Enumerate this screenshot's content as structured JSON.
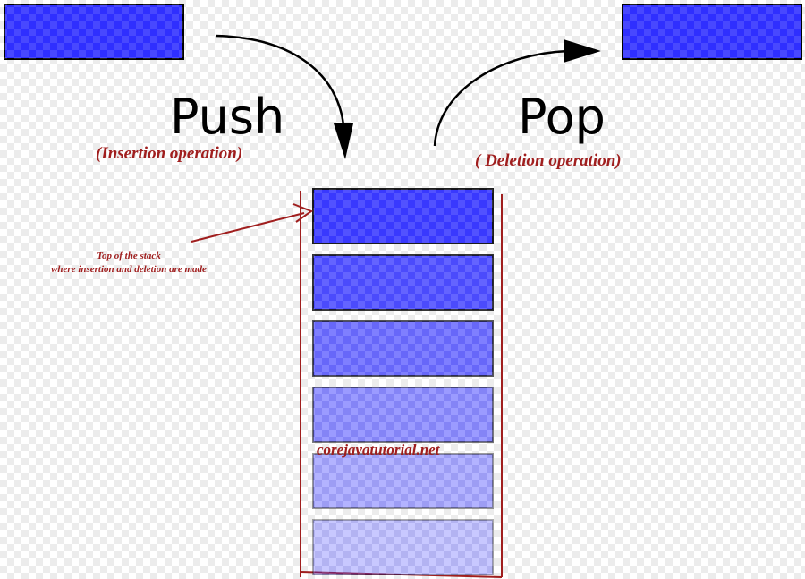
{
  "push": {
    "title": "Push",
    "subtitle": "(Insertion operation)"
  },
  "pop": {
    "title": "Pop",
    "subtitle": "( Deletion operation)"
  },
  "top_note": {
    "line1": "Top of the stack",
    "line2": "where insertion and deletion are made"
  },
  "watermark": "corejavatutorial.net",
  "stack": {
    "element_count": 6,
    "block_color": "#2f2fff",
    "opacities": [
      0.95,
      0.85,
      0.7,
      0.55,
      0.42,
      0.3
    ]
  },
  "colors": {
    "annotation": "#a01e1e",
    "arrow": "#000000",
    "block": "#2f2fff"
  }
}
